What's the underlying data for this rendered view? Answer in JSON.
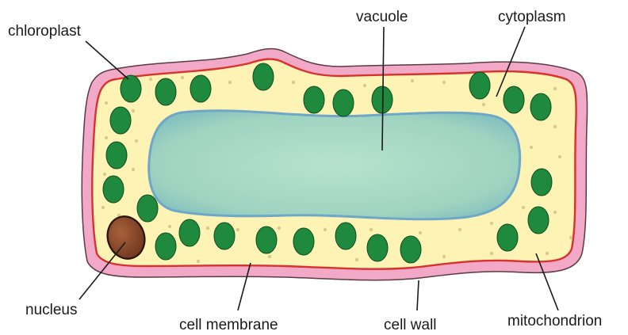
{
  "labels": {
    "chloroplast": "chloroplast",
    "vacuole": "vacuole",
    "cytoplasm": "cytoplasm",
    "nucleus": "nucleus",
    "cell_membrane": "cell membrane",
    "cell_wall": "cell wall",
    "mitochondrion": "mitochondrion"
  },
  "colors": {
    "cell_wall": "#f2a9c7",
    "cell_wall_edge": "#5a3a44",
    "cell_membrane": "#d8322f",
    "cytoplasm": "#fcf3b5",
    "cytoplasm_dots": "#dcc98a",
    "vacuole": "#a2d6c2",
    "vacuole_edge": "#6fa7c9",
    "chloroplast": "#1f8a3d",
    "chloroplast_edge": "#0f4a1f",
    "nucleus": "#8c4a2a",
    "nucleus_edge": "#2a1208",
    "leader_line": "#1a1a1a"
  }
}
